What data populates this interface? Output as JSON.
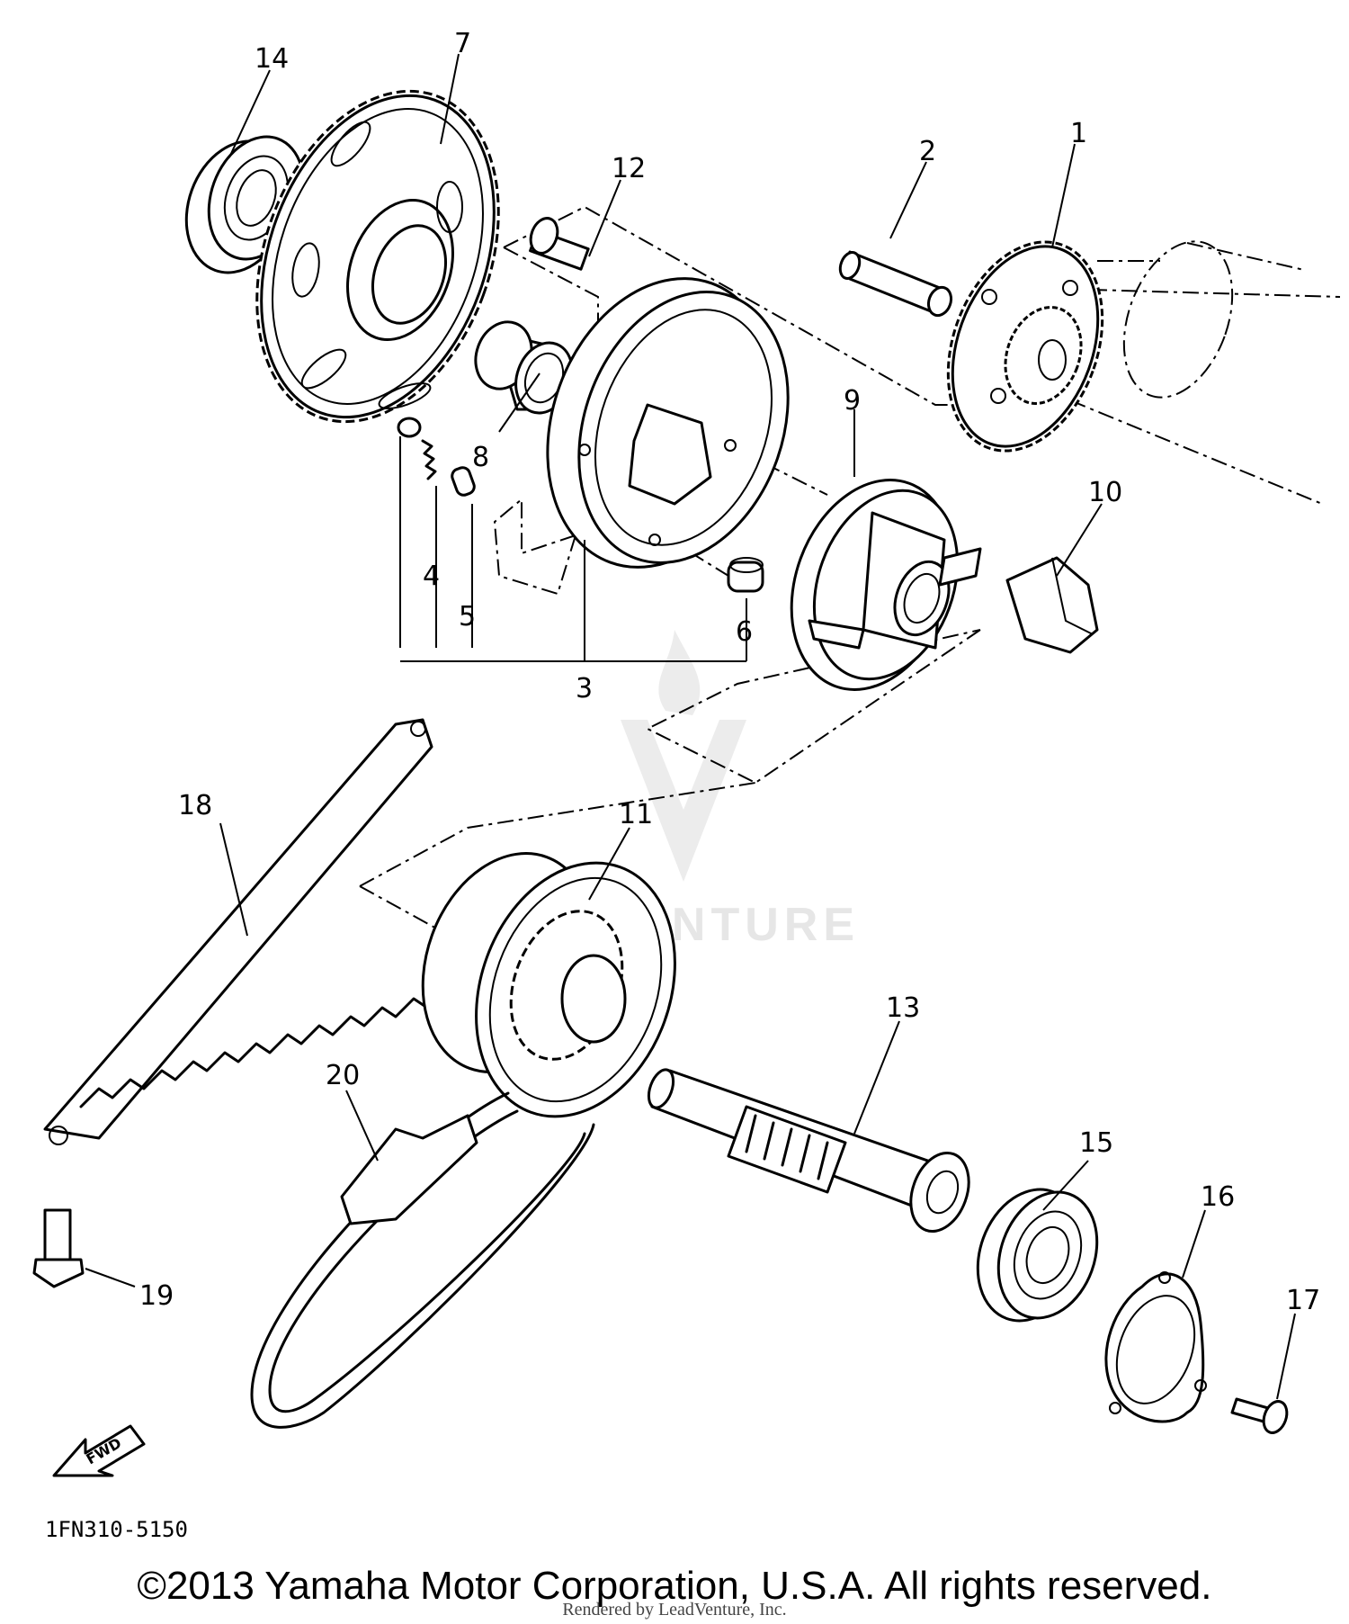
{
  "diagram": {
    "callouts": [
      {
        "id": "1",
        "label": "1"
      },
      {
        "id": "2",
        "label": "2"
      },
      {
        "id": "3",
        "label": "3"
      },
      {
        "id": "4",
        "label": "4"
      },
      {
        "id": "5",
        "label": "5"
      },
      {
        "id": "6",
        "label": "6"
      },
      {
        "id": "7",
        "label": "7"
      },
      {
        "id": "8",
        "label": "8"
      },
      {
        "id": "9",
        "label": "9"
      },
      {
        "id": "10",
        "label": "10"
      },
      {
        "id": "11",
        "label": "11"
      },
      {
        "id": "12",
        "label": "12"
      },
      {
        "id": "13",
        "label": "13"
      },
      {
        "id": "14",
        "label": "14"
      },
      {
        "id": "15",
        "label": "15"
      },
      {
        "id": "16",
        "label": "16"
      },
      {
        "id": "17",
        "label": "17"
      },
      {
        "id": "18",
        "label": "18"
      },
      {
        "id": "19",
        "label": "19"
      },
      {
        "id": "20",
        "label": "20"
      }
    ],
    "fwd_label": "FWD",
    "drawing_code": "1FN310-5150",
    "watermark": "LEADVENTURE",
    "copyright": "©2013 Yamaha Motor Corporation, U.S.A. All rights reserved.",
    "rendered_by": "Rendered by LeadVenture, Inc."
  }
}
